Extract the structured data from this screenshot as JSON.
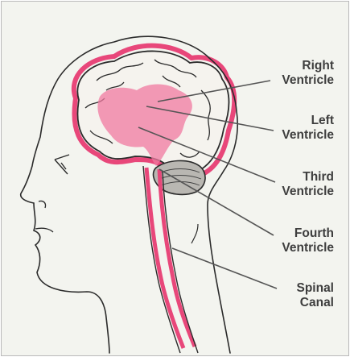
{
  "labels": {
    "right_ventricle": [
      "Right",
      "Ventricle"
    ],
    "left_ventricle": [
      "Left",
      "Ventricle"
    ],
    "third_ventricle": [
      "Third",
      "Ventricle"
    ],
    "fourth_ventricle": [
      "Fourth",
      "Ventricle"
    ],
    "spinal_canal": [
      "Spinal",
      "Canal"
    ]
  },
  "colors": {
    "outline": "#2b2b2b",
    "pink_lining": "#e8477a",
    "ventricle_fill": "#f07aa0",
    "leader_line": "#555555",
    "background": "#f3f4ef"
  }
}
